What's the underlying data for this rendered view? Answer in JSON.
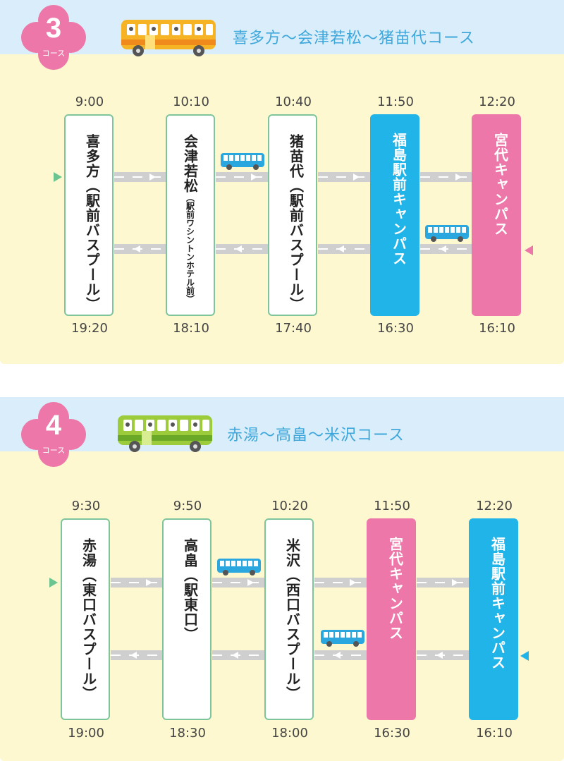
{
  "courses": [
    {
      "badge_number": "3",
      "badge_sub": "コース",
      "title": "喜多方〜会津若松〜猪苗代コース",
      "bus_color": "yellow",
      "stops": [
        {
          "name": "喜多方（駅前バスプール）",
          "style": "white",
          "depart": "9:00",
          "return": "19:20"
        },
        {
          "name": "会津若松",
          "sub": "（駅前ワシントンホテル前）",
          "style": "white",
          "depart": "10:10",
          "return": "18:10"
        },
        {
          "name": "猪苗代（駅前バスプール）",
          "style": "white",
          "depart": "10:40",
          "return": "17:40"
        },
        {
          "name": "福島駅前キャンパス",
          "style": "blue",
          "depart": "11:50",
          "return": "16:30"
        },
        {
          "name": "宮代キャンパス",
          "style": "pink",
          "depart": "12:20",
          "return": "16:10"
        }
      ]
    },
    {
      "badge_number": "4",
      "badge_sub": "コース",
      "title": "赤湯〜高畠〜米沢コース",
      "bus_color": "green",
      "stops": [
        {
          "name": "赤湯（東口バスプール）",
          "style": "white",
          "depart": "9:30",
          "return": "19:00"
        },
        {
          "name": "高畠（駅東口）",
          "style": "white",
          "depart": "9:50",
          "return": "18:30"
        },
        {
          "name": "米沢（西口バスプール）",
          "style": "white",
          "depart": "10:20",
          "return": "18:00"
        },
        {
          "name": "宮代キャンパス",
          "style": "pink",
          "depart": "11:50",
          "return": "16:30"
        },
        {
          "name": "福島駅前キャンパス",
          "style": "blue",
          "depart": "12:20",
          "return": "16:10"
        }
      ]
    }
  ],
  "colors": {
    "header_bg": "#d9eefa",
    "body_bg": "#fdf8cf",
    "badge_pink": "#ec77a8",
    "title_blue": "#3fa7db",
    "campus_blue": "#20b4e8",
    "campus_pink": "#ec77a8",
    "stop_border": "#7fc59c"
  },
  "icons": {
    "bus_large": "bus-icon",
    "bus_small": "mini-bus-icon",
    "badge": "flower-badge-icon"
  }
}
